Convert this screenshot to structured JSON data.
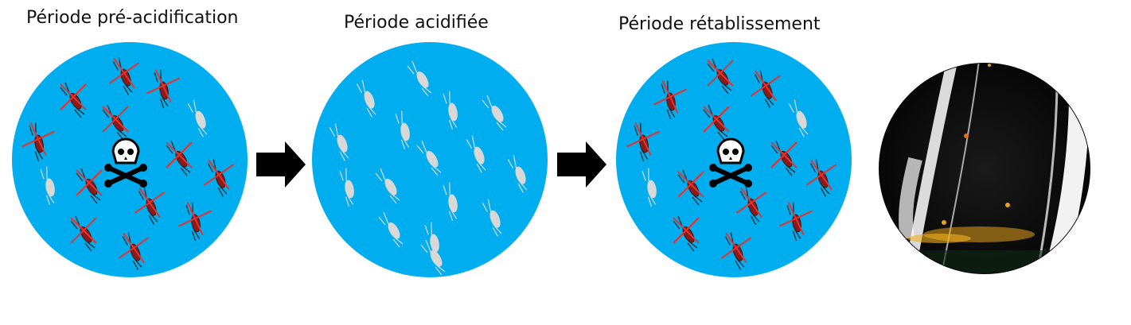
{
  "panels": [
    {
      "label": "Période pré-acidification"
    },
    {
      "label": "Période acidifiée"
    },
    {
      "label": "Période rétablissement"
    }
  ],
  "colors": {
    "water": "#00AEEF",
    "arrow": "#000000",
    "cross": "#E8312B",
    "dead_copepod": "#2a1f1f",
    "dead_copepod_body": "#8B1A1A",
    "live_copepod": "#D8D8D8",
    "photo_background": "#0b0b0b"
  },
  "icons": [
    "skull-crossbones-icon",
    "copepod-icon",
    "right-arrow-icon"
  ]
}
